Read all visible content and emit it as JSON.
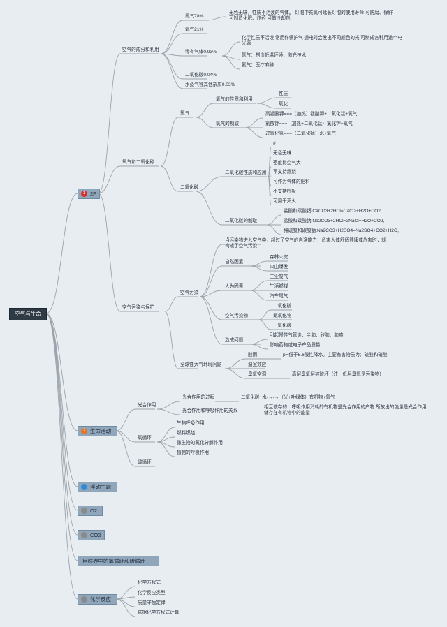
{
  "root": "空气与生命",
  "branches": [
    {
      "marker": "1",
      "label": "2F",
      "marker_color": "#d9302b"
    },
    {
      "marker": "2",
      "label": "生命活动",
      "marker_color": "#e0762c"
    },
    {
      "marker": "",
      "label": "浮动主题",
      "marker_color": "#2f8ad8"
    },
    {
      "marker": "",
      "label": "O2",
      "marker_color": "#8a8a8a"
    },
    {
      "marker": "",
      "label": "CO2",
      "marker_color": "#8a8a8a"
    },
    {
      "marker": "",
      "label": "自然界中的氧循环和碳循环",
      "marker_color": ""
    },
    {
      "marker": "",
      "label": "化学反应",
      "marker_color": "#8a8a8a"
    }
  ],
  "air": {
    "title": "空气的成分和利用",
    "n2": "氮气78%",
    "n2_desc": "无色无味，性质不活泼的气体。 灯泡中充氮可延长灯泡的使用寿命 可防腐、保鲜 可制造化肥、炸药 可做冷却剂",
    "o2": "氧气21%",
    "rare": "稀有气体0.93%",
    "rare_1": "化学性质不活泼 常用作保护气 通电时会发出不同颜色的光 可制成各种用途个电光源",
    "rare_2": "氩气：制造低温环境、激光技术",
    "rare_3": "氦气：医疗麻醉",
    "co2": "二氧化碳0.04%",
    "other": "水蒸气等其他杂质0.03%"
  },
  "oc": {
    "title": "氧气和二氧化碳",
    "o2": "氧气",
    "o2_props": "氧气的性质和利用",
    "o2_props_1": "性质",
    "o2_props_2": "氧化",
    "o2_make": "氧气的制取",
    "o2_make_1": "高锰酸钾===（加热）锰酸钾+二氧化锰+氧气",
    "o2_make_2": "氯酸钾===（加热+二氧化锰）氯化钾+氧气",
    "o2_make_3": "过氧化氢===（二氧化锰）水+氧气",
    "co2": "二氧化碳",
    "co2_props": "二氧化碳性质和应用",
    "co2_props_items": [
      "#",
      "无色无味",
      "密度比空气大",
      "不支持燃烧",
      "可作为气体的肥料",
      "不支持呼吸",
      "可用于灭火"
    ],
    "co2_make": "二氧化碳的制取",
    "co2_make_items": [
      "盐酸和碳酸钙:CaCO3+2HCl=CaCl2+H2O+CO2,",
      "盐酸和碳酸钠:Na2CO3+2HCl=2NaCl+H2O+CO2,",
      "稀硫酸和碳酸钠:Na2CO3+H2SO4=Na2SO4+CO2+H2O,"
    ]
  },
  "pollution": {
    "title": "空气污染与保护",
    "air": "空气污染",
    "def": "当污染物进入空气中，超过了空气的自净能力，危害人体舒适健康或危害时，就构成了空气污染",
    "natural": "自然因素",
    "natural_items": [
      "森林火灾",
      "火山爆发"
    ],
    "human": "人为因素",
    "human_items": [
      "工业废气",
      "生活燃煤",
      "汽车尾气"
    ],
    "pollutants": "空气污染物",
    "pollutants_items": [
      "二氧化硫",
      "氮氧化物",
      "一氧化碳"
    ],
    "problems": "造成问题",
    "problems_items": [
      "引起慢性气管炎、尘肺、矽肺、肺癌",
      "影响药物或电子产品质量"
    ],
    "global": "全球性大气环境问题",
    "acid": "酸雨",
    "acid_desc": "pH低于5.6酸性降水。主要有害物质为：硫酸和硝酸",
    "greenhouse": "温室效应",
    "ozone": "臭氧空洞",
    "ozone_desc": "高层臭氧层被破坏（注：低层臭氧是污染物）"
  },
  "life": {
    "photo": "光合作用",
    "photo_process": "光合作用的过程",
    "photo_eq": "二氧化碳+水-→-→（光+叶绿体）有机物+氧气",
    "photo_rel": "光合作用和呼吸作用的关系",
    "photo_rel_desc": "相互依存的，呼吸作用消耗的有机物是光合作用的产物 所放出的能量是光合作用储存在有机物中的能量",
    "oxy": "氧循环",
    "oxy_items": [
      "生物呼吸作用",
      "燃料燃烧",
      "微生物的氧化分解作用",
      "植物的呼吸作用"
    ],
    "carbon": "碳循环"
  },
  "reaction_items": [
    "化学方程式",
    "化学反应类型",
    "质量守恒定律",
    "依据化学方程式计算"
  ],
  "colors": {
    "line": "#9aa3ab",
    "branch_fill": "#8fa6bb",
    "root_fill": "#2e3a44",
    "background": "#e8edf1"
  }
}
